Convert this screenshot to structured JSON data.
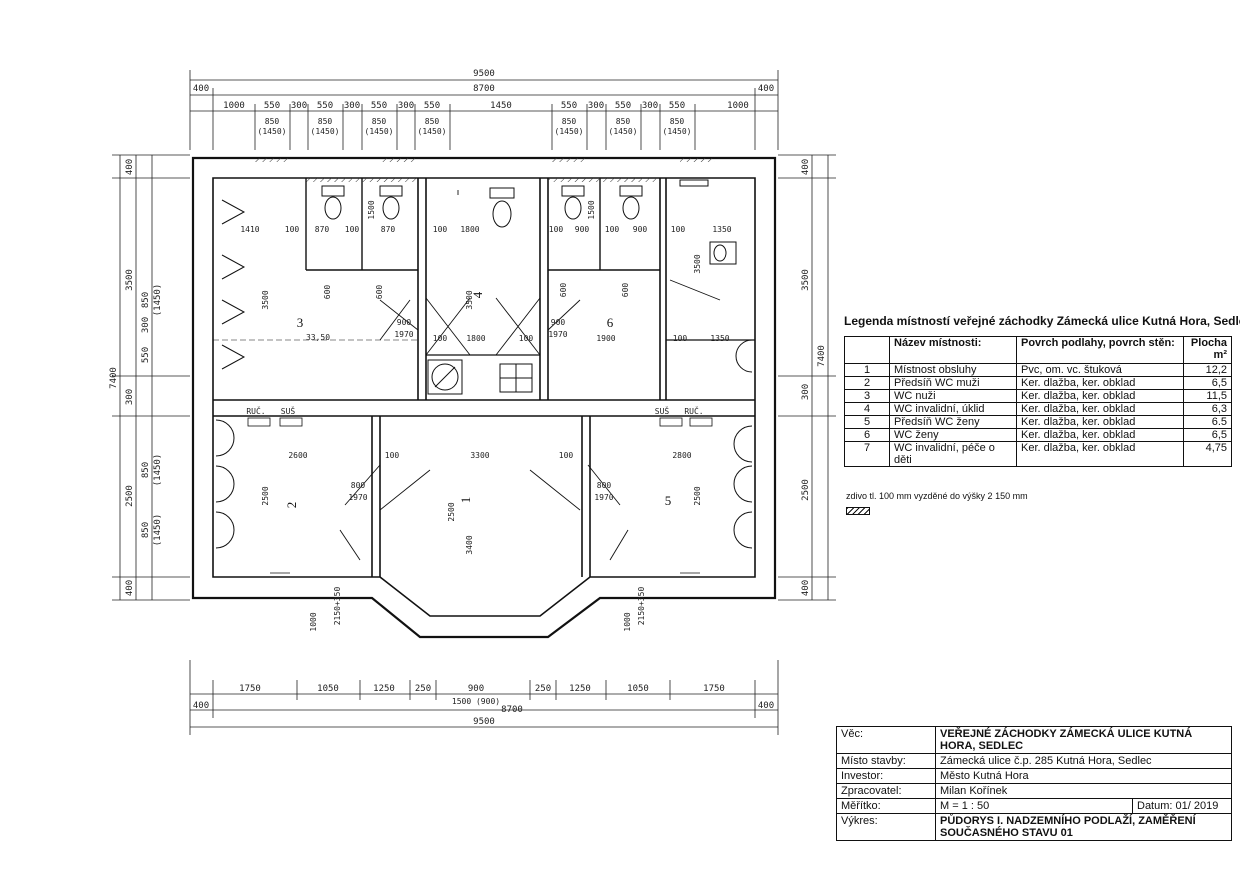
{
  "drawing": {
    "dims_top": {
      "overall": "9500",
      "inner": "8700",
      "edge_left": "400",
      "edge_right": "400",
      "segments": [
        "1000",
        "550",
        "300",
        "550",
        "300",
        "550",
        "300",
        "550",
        "1450",
        "550",
        "300",
        "550",
        "300",
        "550",
        "1000"
      ],
      "openings": [
        "850",
        "(1450)"
      ]
    },
    "dims_bottom": {
      "overall": "9500",
      "inner": "8700",
      "edge_left": "400",
      "edge_right": "400",
      "segments": [
        "1750",
        "1050",
        "1250",
        "250",
        "900",
        "250",
        "1250",
        "1050",
        "1750"
      ],
      "door_sub": "1500 (900)"
    },
    "dims_left": {
      "overall": "7400",
      "parts": [
        "400",
        "3500",
        "300",
        "2500",
        "400"
      ],
      "windows": [
        "850",
        "(1450)",
        "550",
        "300"
      ]
    },
    "dims_right": {
      "overall": "7400",
      "parts": [
        "400",
        "3500",
        "300",
        "2500",
        "400"
      ]
    },
    "rooms": [
      {
        "no": "3",
        "area": "33,50"
      },
      {
        "no": "4",
        "area": ""
      },
      {
        "no": "6",
        "area": ""
      },
      {
        "no": "2",
        "area": ""
      },
      {
        "no": "1",
        "area": ""
      },
      {
        "no": "5",
        "area": ""
      }
    ],
    "inner_dims": {
      "r3_width": "1410",
      "r3_depth": "3500",
      "wc_w": "870",
      "wc_d": "1500",
      "door_900": "900",
      "door_1970": "1970",
      "door_800": "800",
      "r4_w": "1800",
      "r6_w": "1900",
      "r7_w": "1350",
      "r2_w": "2600",
      "r1_w": "3300",
      "r1_d": "3400",
      "r5_w": "2800",
      "wall_100": "100",
      "h_2500": "2500",
      "h_600": "600",
      "h_1000": "1000",
      "h_2150": "2150+350",
      "ruc": "RUČ.",
      "sus": "SUŠ"
    }
  },
  "legend": {
    "title": "Legenda místností veřejné záchodky Zámecká ulice Kutná Hora, Sedlec:",
    "headers": [
      "",
      "Název místnosti:",
      "Povrch podlahy, povrch stěn:",
      "Plocha m²"
    ],
    "rows": [
      {
        "no": "1",
        "name": "Místnost obsluhy",
        "surface": "Pvc, om. vc. štuková",
        "area": "12,2"
      },
      {
        "no": "2",
        "name": "Předsíň WC muži",
        "surface": "Ker. dlažba, ker. obklad",
        "area": "6,5"
      },
      {
        "no": "3",
        "name": "WC nuži",
        "surface": "Ker. dlažba, ker. obklad",
        "area": "11,5"
      },
      {
        "no": "4",
        "name": "WC invalidní, úklid",
        "surface": "Ker. dlažba, ker. obklad",
        "area": "6,3"
      },
      {
        "no": "5",
        "name": "Předsíň WC ženy",
        "surface": "Ker. dlažba, ker. obklad",
        "area": "6.5"
      },
      {
        "no": "6",
        "name": "WC ženy",
        "surface": "Ker. dlažba, ker. obklad",
        "area": "6,5"
      },
      {
        "no": "7",
        "name": "WC invalidní, péče o děti",
        "surface": "Ker. dlažba, ker. obklad",
        "area": "4,75"
      }
    ],
    "note": "zdivo tl. 100 mm vyzděné do výšky 2 150 mm"
  },
  "titleblock": {
    "rows": [
      {
        "label": "Věc:",
        "value": "VEŘEJNÉ ZÁCHODKY  ZÁMECKÁ ULICE KUTNÁ HORA, SEDLEC",
        "bold": true
      },
      {
        "label": "Místo stavby:",
        "value": "Zámecká ulice č.p. 285 Kutná Hora, Sedlec",
        "bold": false
      },
      {
        "label": "Investor:",
        "value": "Město Kutná Hora",
        "bold": false
      },
      {
        "label": "Zpracovatel:",
        "value": "Milan Kořínek",
        "bold": false
      }
    ],
    "scale_label": "Měřítko:",
    "scale_value": "M = 1 : 50",
    "date": "Datum: 01/ 2019",
    "view_label": "Výkres:",
    "view_value": "PŮDORYS I. NADZEMNÍHO PODLAŽÍ, ZAMĚŘENÍ SOUČASNÉHO STAVU 01"
  }
}
